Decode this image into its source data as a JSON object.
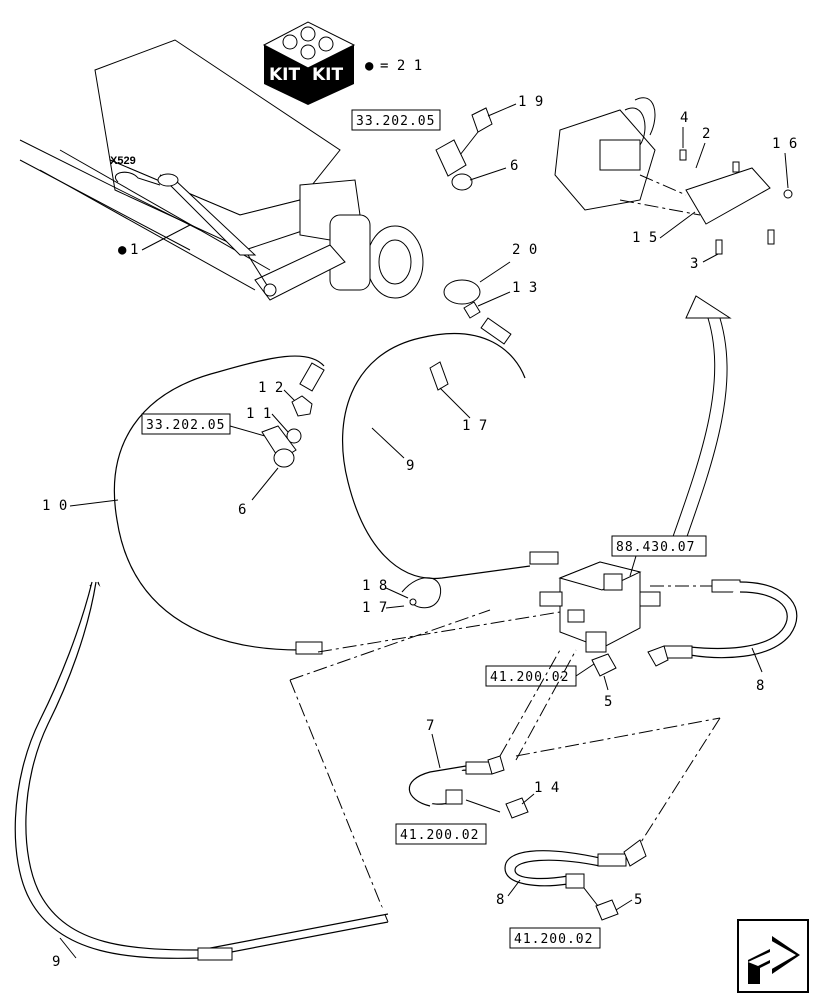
{
  "kit_icon": {
    "label_left": "KIT",
    "label_right": "KIT",
    "legend_symbol": "●",
    "legend_text": "= 2 1"
  },
  "connector_label": "X529",
  "callouts": {
    "c1": "1",
    "c2": "2",
    "c3": "3",
    "c4": "4",
    "c5a": "5",
    "c5b": "5",
    "c6a": "6",
    "c6b": "6",
    "c7": "7",
    "c8a": "8",
    "c8b": "8",
    "c9a": "9",
    "c9b": "9",
    "c10": "1 0",
    "c11": "1 1",
    "c12": "1 2",
    "c13": "1 3",
    "c14": "1 4",
    "c15": "1 5",
    "c16": "1 6",
    "c17a": "1 7",
    "c17b": "1 7",
    "c18": "1 8",
    "c19": "1 9",
    "c20": "2 0"
  },
  "ref_boxes": {
    "r1": "33.202.05",
    "r2": "33.202.05",
    "r3": "88.430.07",
    "r4": "41.200.02",
    "r5": "41.200.02",
    "r6": "41.200.02"
  },
  "nav_icon": "arrow-navigation-icon"
}
